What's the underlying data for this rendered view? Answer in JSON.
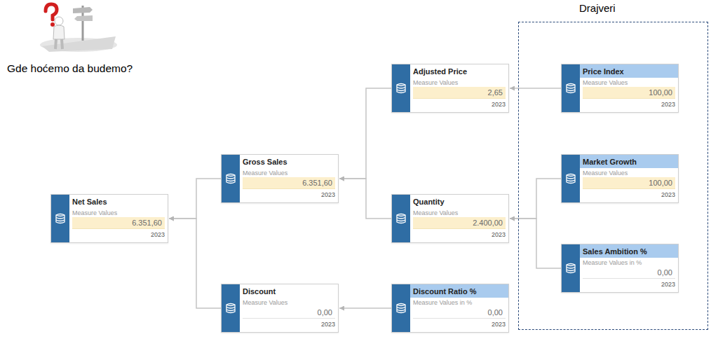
{
  "diagram": {
    "title": "Gde hoćemo da budemo?",
    "nodes": [
      {
        "text": [
          "Drajveri"
        ]
      },
      {
        "text": [
          "Net Sales",
          "Measure Values",
          "6.351,60",
          "2023"
        ]
      },
      {
        "text": [
          "Gross Sales",
          "Measure Values",
          "6.351,60",
          "2023"
        ]
      },
      {
        "text": [
          "Discount",
          "Measure Values",
          "0,00",
          "2023"
        ]
      },
      {
        "text": [
          "Adjusted Price",
          "Measure Values",
          "2,65",
          "2023"
        ]
      },
      {
        "text": [
          "Quantity",
          "Measure Values",
          "2.400,00",
          "2023"
        ]
      },
      {
        "text": [
          "Discount Ratio %",
          "Measure Values in %",
          "0,00",
          "2023"
        ]
      },
      {
        "text": [
          "Price Index",
          "Measure Values",
          "100,00",
          "2023"
        ],
        "in": 0
      },
      {
        "text": [
          "Market Growth",
          "Measure Values",
          "100,00",
          "2023"
        ],
        "in": 0
      },
      {
        "text": [
          "Sales Ambition %",
          "Measure Values in %",
          "0,00",
          "2023"
        ],
        "in": 0
      }
    ],
    "edges": [
      {
        "from": 2,
        "to": 1,
        "arrow": "to"
      },
      {
        "from": 3,
        "to": 1,
        "arrow": "to"
      },
      {
        "from": 4,
        "to": 2,
        "arrow": "to"
      },
      {
        "from": 5,
        "to": 2,
        "arrow": "to"
      },
      {
        "from": 6,
        "to": 3,
        "arrow": "to"
      },
      {
        "from": 7,
        "to": 4,
        "arrow": "to"
      },
      {
        "from": 8,
        "to": 5,
        "arrow": "to"
      },
      {
        "from": 9,
        "to": 5,
        "arrow": "to"
      }
    ]
  }
}
